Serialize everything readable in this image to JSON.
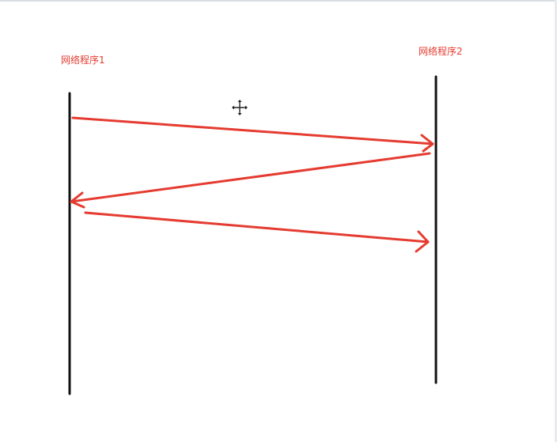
{
  "participants": [
    {
      "id": "p1",
      "label": "网络程序1"
    },
    {
      "id": "p2",
      "label": "网络程序2"
    }
  ],
  "messages": [
    {
      "from": "p1",
      "to": "p2"
    },
    {
      "from": "p2",
      "to": "p1"
    },
    {
      "from": "p1",
      "to": "p2"
    }
  ],
  "colors": {
    "lifeline": "#111111",
    "arrow": "#e53b30",
    "label": "#e53b30"
  },
  "cursor_icon": "move-crosshair-icon"
}
